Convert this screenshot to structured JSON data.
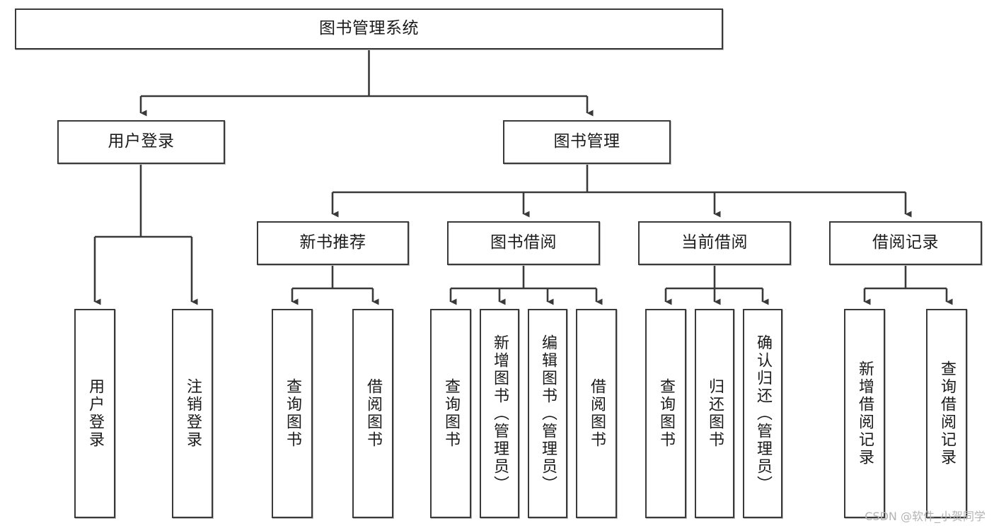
{
  "diagram": {
    "title": "图书管理系统",
    "type": "tree-hierarchy",
    "watermark": "CSDN @软件_小贺同学",
    "colors": {
      "background": "#ffffff",
      "border": "#3a3a3a",
      "text": "#1b1b1b",
      "edge": "#3a3a3a",
      "watermark": "#b4b4b4"
    },
    "nodes": {
      "root": {
        "label": "图书管理系统"
      },
      "level2": [
        {
          "id": "user-login",
          "label": "用户登录"
        },
        {
          "id": "book-manage",
          "label": "图书管理"
        }
      ],
      "level3": [
        {
          "id": "new-book-recommend",
          "label": "新书推荐"
        },
        {
          "id": "book-borrow",
          "label": "图书借阅"
        },
        {
          "id": "current-borrow",
          "label": "当前借阅"
        },
        {
          "id": "borrow-record",
          "label": "借阅记录"
        }
      ],
      "leaves": {
        "user-login": [
          {
            "id": "leaf-user-login",
            "label": "用户登录"
          },
          {
            "id": "leaf-logout-login",
            "label": "注销登录"
          }
        ],
        "new-book-recommend": [
          {
            "id": "leaf-query-book-1",
            "label": "查询图书"
          },
          {
            "id": "leaf-borrow-book-1",
            "label": "借阅图书"
          }
        ],
        "book-borrow": [
          {
            "id": "leaf-query-book-2",
            "label": "查询图书"
          },
          {
            "id": "leaf-add-book",
            "label": "新增图书（管理员）"
          },
          {
            "id": "leaf-edit-book",
            "label": "编辑图书（管理员）"
          },
          {
            "id": "leaf-borrow-book-2",
            "label": "借阅图书"
          }
        ],
        "current-borrow": [
          {
            "id": "leaf-query-book-3",
            "label": "查询图书"
          },
          {
            "id": "leaf-return-book",
            "label": "归还图书"
          },
          {
            "id": "leaf-confirm-return",
            "label": "确认归还（管理员）"
          }
        ],
        "borrow-record": [
          {
            "id": "leaf-add-record",
            "label": "新增借阅记录"
          },
          {
            "id": "leaf-query-record",
            "label": "查询借阅记录"
          }
        ]
      }
    }
  }
}
